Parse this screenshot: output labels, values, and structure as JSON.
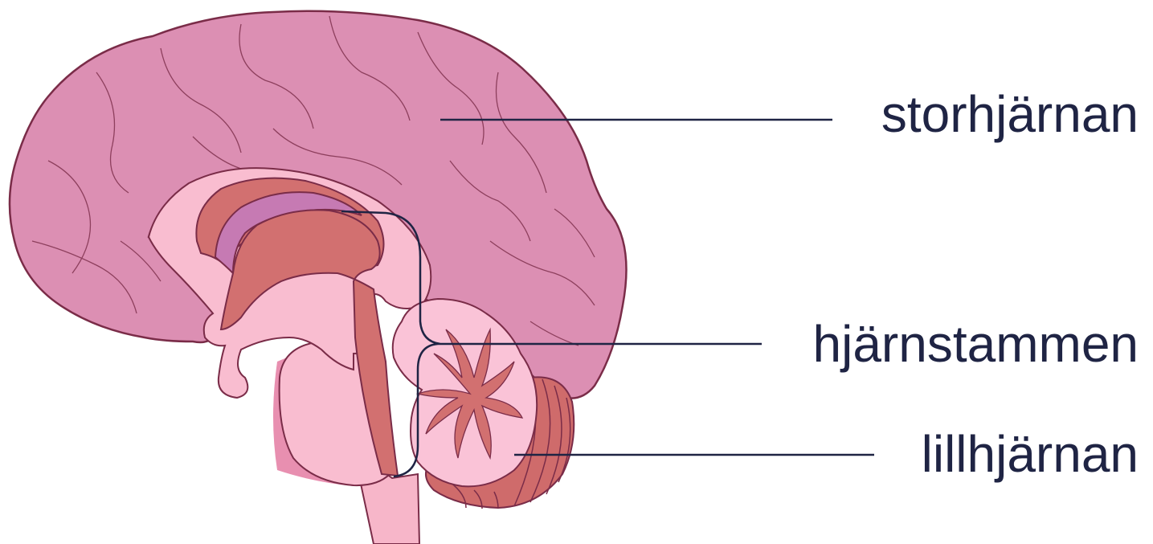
{
  "labels": {
    "cerebrum": "storhjärnan",
    "brainstem": "hjärnstammen",
    "cerebellum": "lillhjärnan"
  },
  "colors": {
    "cortex": "#dc8fb3",
    "cortex_outline": "#7a2c48",
    "inner_light": "#f9bdd0",
    "inner_dark": "#d27070",
    "ventricle": "#c67ab3",
    "cerebellum_light": "#fac3d7",
    "cerebellum_dark": "#cf6b6b",
    "brainstem": "#f7b6c9",
    "shadow": "#e88fb0",
    "leader_line": "#1f2444",
    "label_text": "#1f2444"
  }
}
